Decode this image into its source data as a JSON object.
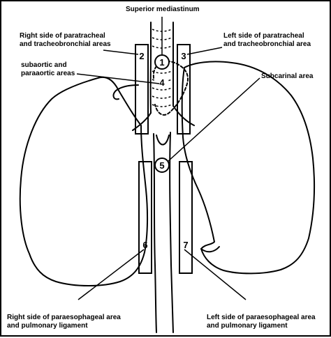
{
  "labels": {
    "superior_mediastinum": "Superior mediastinum",
    "right_paratracheal_1": "Right side of paratracheal",
    "right_paratracheal_2": "and tracheobronchial areas",
    "left_paratracheal_1": "Left side of paratracheal",
    "left_paratracheal_2": "and tracheobronchial area",
    "subaortic_1": "subaortic and",
    "subaortic_2": "paraaortic areas",
    "subcarinal": "Subcarinal area",
    "right_paraesophageal_1": "Right side of paraesophageal area",
    "right_paraesophageal_2": "and pulmonary ligament",
    "left_paraesophageal_1": "Left side of paraesophageal area",
    "left_paraesophageal_2": "and pulmonary ligament"
  },
  "zones": {
    "z1": "1",
    "z2": "2",
    "z3": "3",
    "z4": "4",
    "z5": "5",
    "z6": "6",
    "z7": "7"
  }
}
